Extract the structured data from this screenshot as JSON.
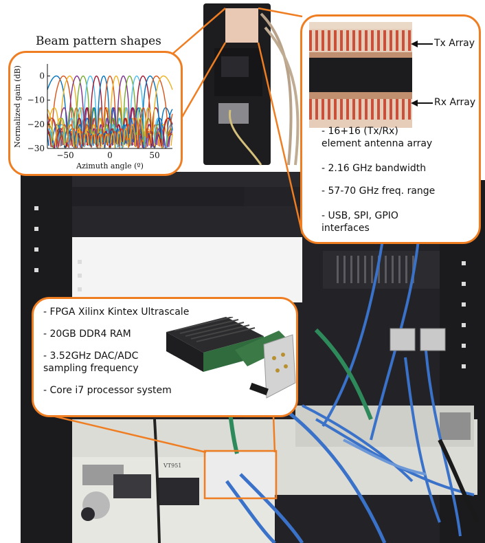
{
  "beam_callout": {
    "title": "Beam pattern shapes"
  },
  "chart_data": {
    "type": "line",
    "title": "Beam pattern shapes",
    "xlabel": "Azimuth angle (º)",
    "ylabel": "Normalized gain (dB)",
    "xlim": [
      -70,
      70
    ],
    "ylim": [
      -30,
      5
    ],
    "xticks": [
      -50,
      0,
      50
    ],
    "yticks": [
      0,
      -10,
      -20,
      -30
    ],
    "grid": false,
    "beam_steering_angles_deg": [
      -60,
      -52,
      -45,
      -37,
      -30,
      -22,
      -15,
      -7,
      0,
      7,
      15,
      22,
      30,
      37,
      45,
      52,
      60
    ],
    "main_lobe_peak_db": 0,
    "series_colors": [
      "#0072BD",
      "#D95319",
      "#EDB120",
      "#7E2F8E",
      "#77AC30",
      "#4DBEEE",
      "#A2142F"
    ]
  },
  "antenna_callout": {
    "tx_label": "Tx Array",
    "rx_label": "Rx Array",
    "bullets": [
      "- 16+16 (Tx/Rx)\nelement antenna array",
      "- 2.16 GHz bandwidth",
      "- 57-70 GHz freq. range",
      "- USB, SPI, GPIO\ninterfaces"
    ]
  },
  "fpga_callout": {
    "bullets": [
      "- FPGA Xilinx Kintex Ultrascale",
      "- 20GB DDR4 RAM",
      "- 3.52GHz DAC/ADC\nsampling frequency",
      "- Core i7 processor system"
    ]
  },
  "rack_panel": {
    "model_label": "VT951"
  },
  "colors": {
    "accent": "#ef7d22",
    "rack": "#1f1f22",
    "cable_blue": "#3a72c9",
    "pcb_green": "#2f6b3c"
  }
}
